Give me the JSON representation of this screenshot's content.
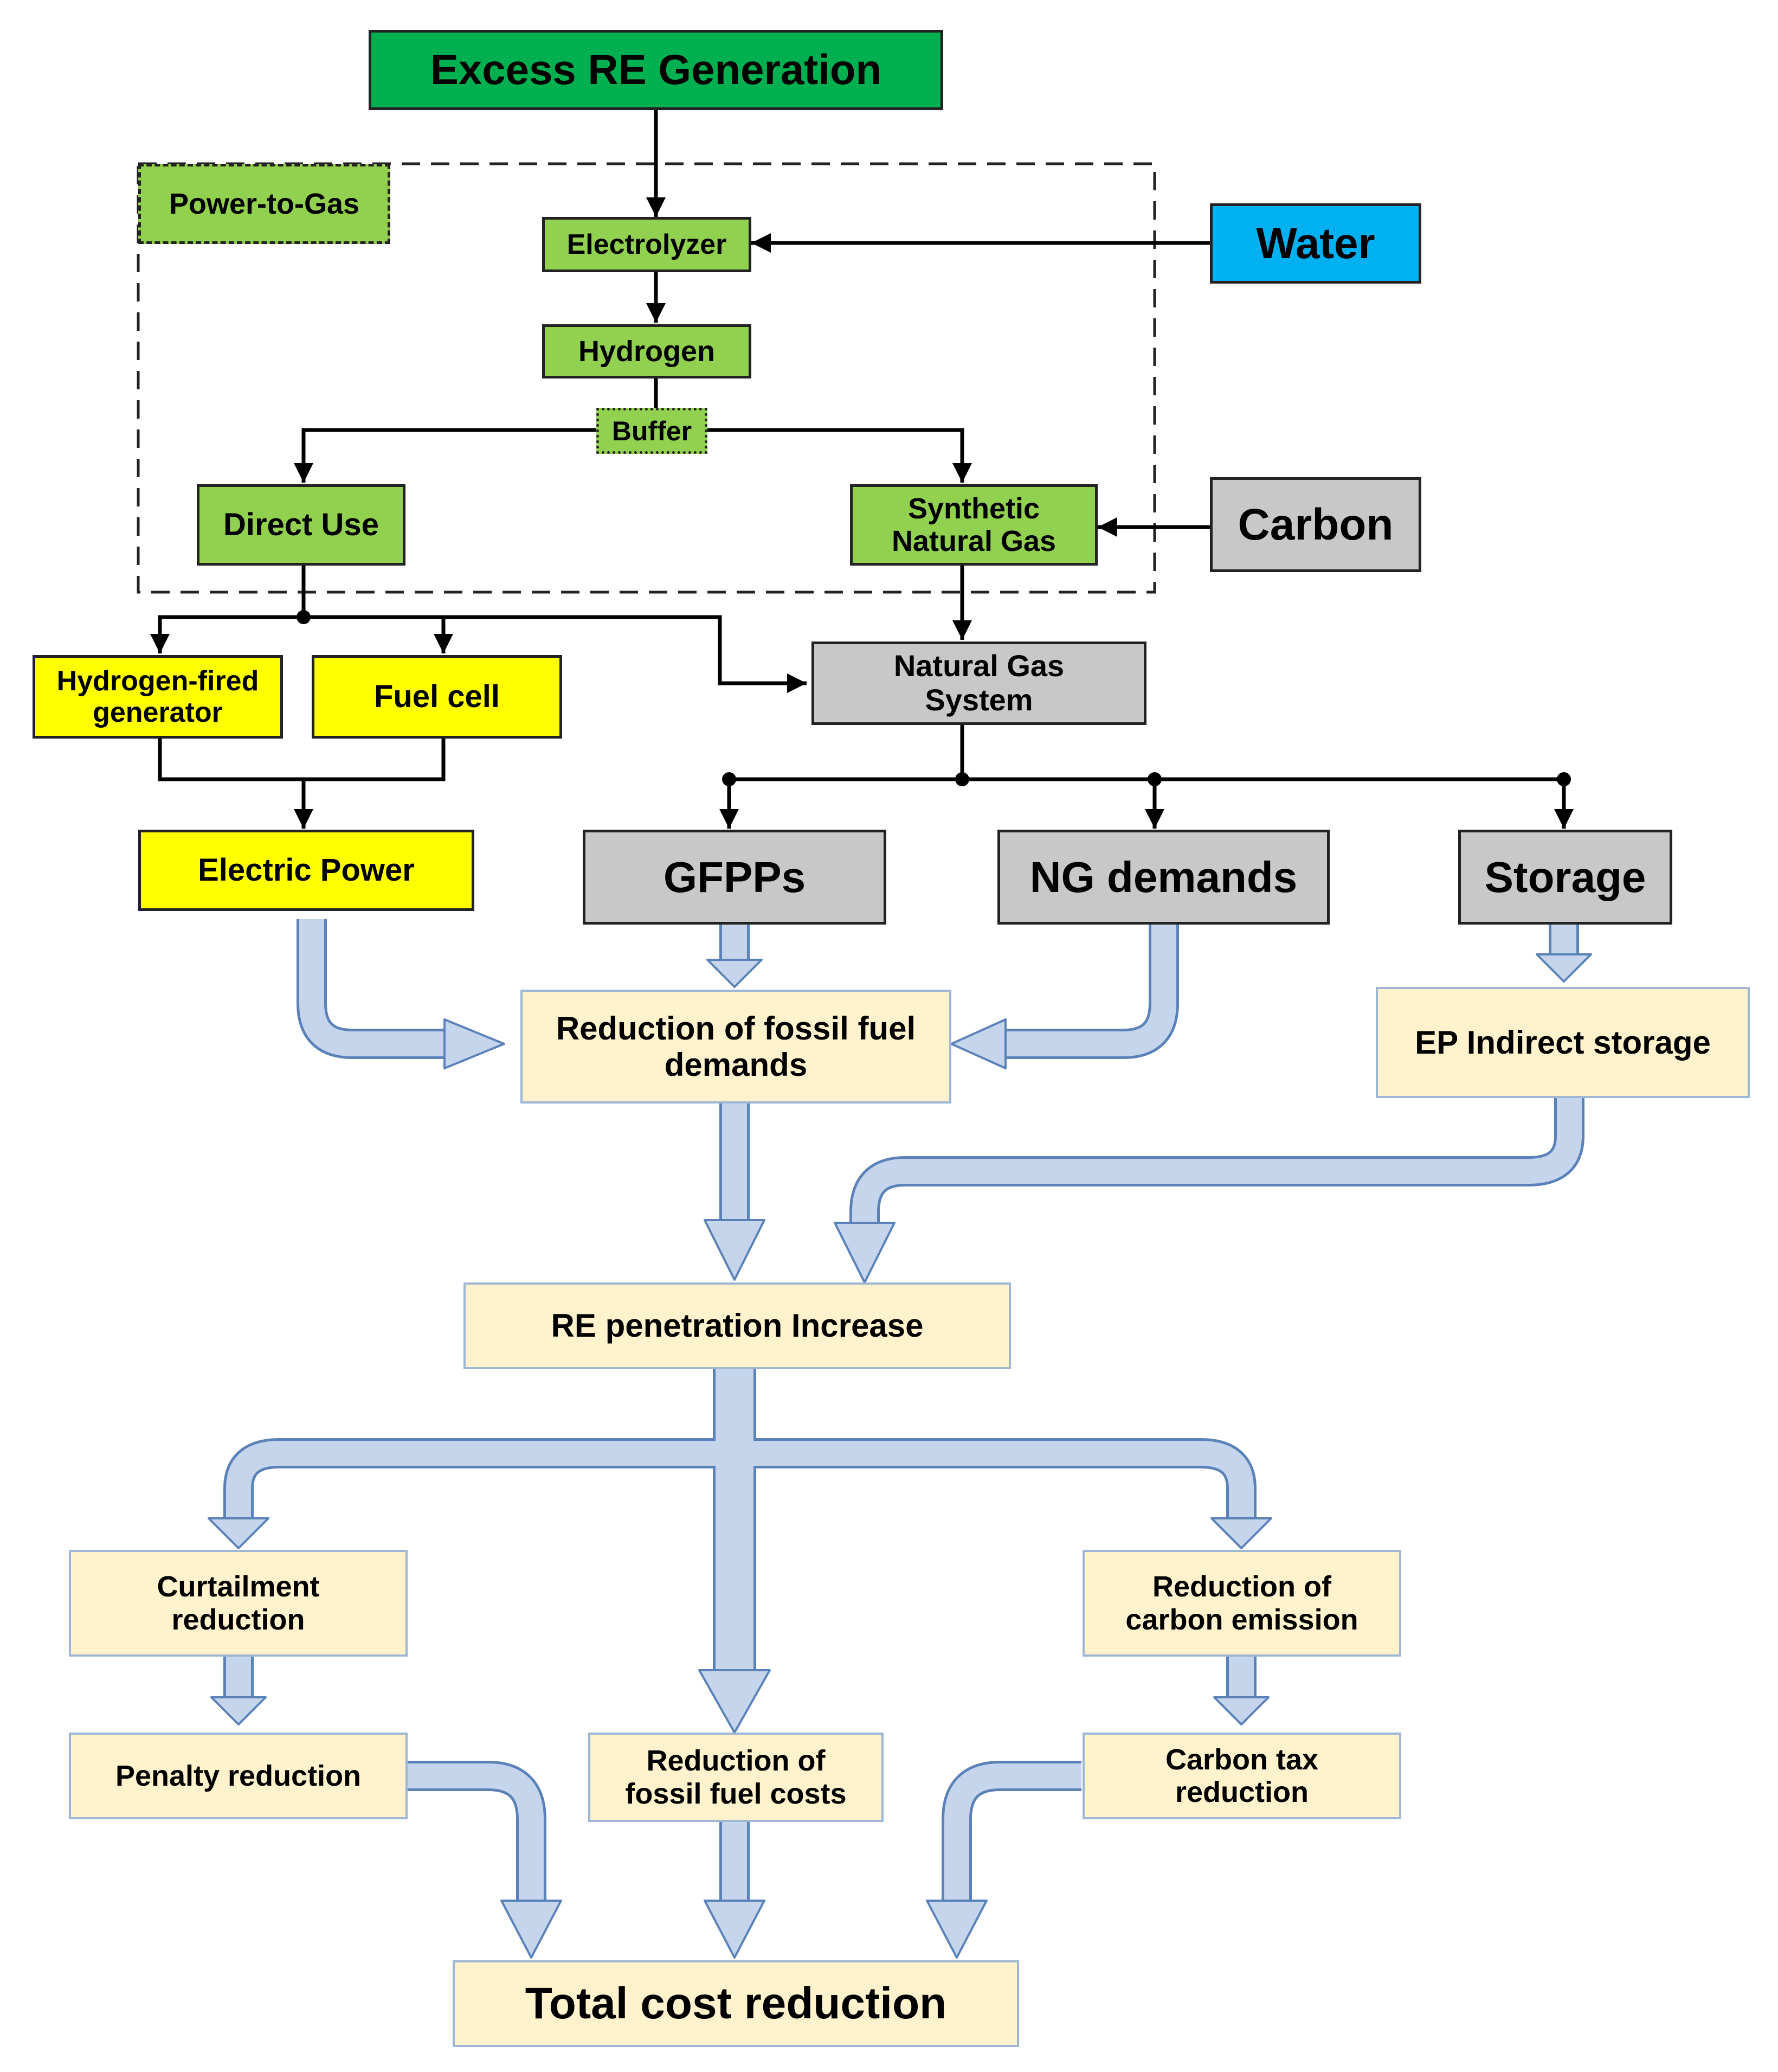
{
  "nodes": {
    "excess_re": "Excess RE Generation",
    "power_to_gas": "Power-to-Gas",
    "electrolyzer": "Electrolyzer",
    "water": "Water",
    "hydrogen": "Hydrogen",
    "buffer": "Buffer",
    "direct_use": "Direct Use",
    "synthetic_natural_gas": "Synthetic\nNatural Gas",
    "carbon": "Carbon",
    "hydrogen_fired_generator": "Hydrogen-fired\ngenerator",
    "fuel_cell": "Fuel cell",
    "natural_gas_system": "Natural Gas\nSystem",
    "electric_power": "Electric Power",
    "gfpps": "GFPPs",
    "ng_demands": "NG demands",
    "storage": "Storage",
    "reduction_fossil_fuel_demands": "Reduction of fossil fuel\ndemands",
    "ep_indirect_storage": "EP Indirect storage",
    "re_penetration_increase": "RE penetration Increase",
    "curtailment_reduction": "Curtailment\nreduction",
    "reduction_carbon_emission": "Reduction of\ncarbon emission",
    "penalty_reduction": "Penalty reduction",
    "reduction_fossil_fuel_costs": "Reduction of\nfossil fuel costs",
    "carbon_tax_reduction": "Carbon tax\nreduction",
    "total_cost_reduction": "Total cost reduction"
  },
  "colors": {
    "dark_green": "#00b050",
    "light_green": "#92d050",
    "water_blue": "#00b0f0",
    "gray": "#c8c8c8",
    "yellow": "#ffff00",
    "cream": "#fff2cc",
    "flow_arrow_fill": "#c5d6ec",
    "flow_arrow_stroke": "#5b82b8"
  }
}
